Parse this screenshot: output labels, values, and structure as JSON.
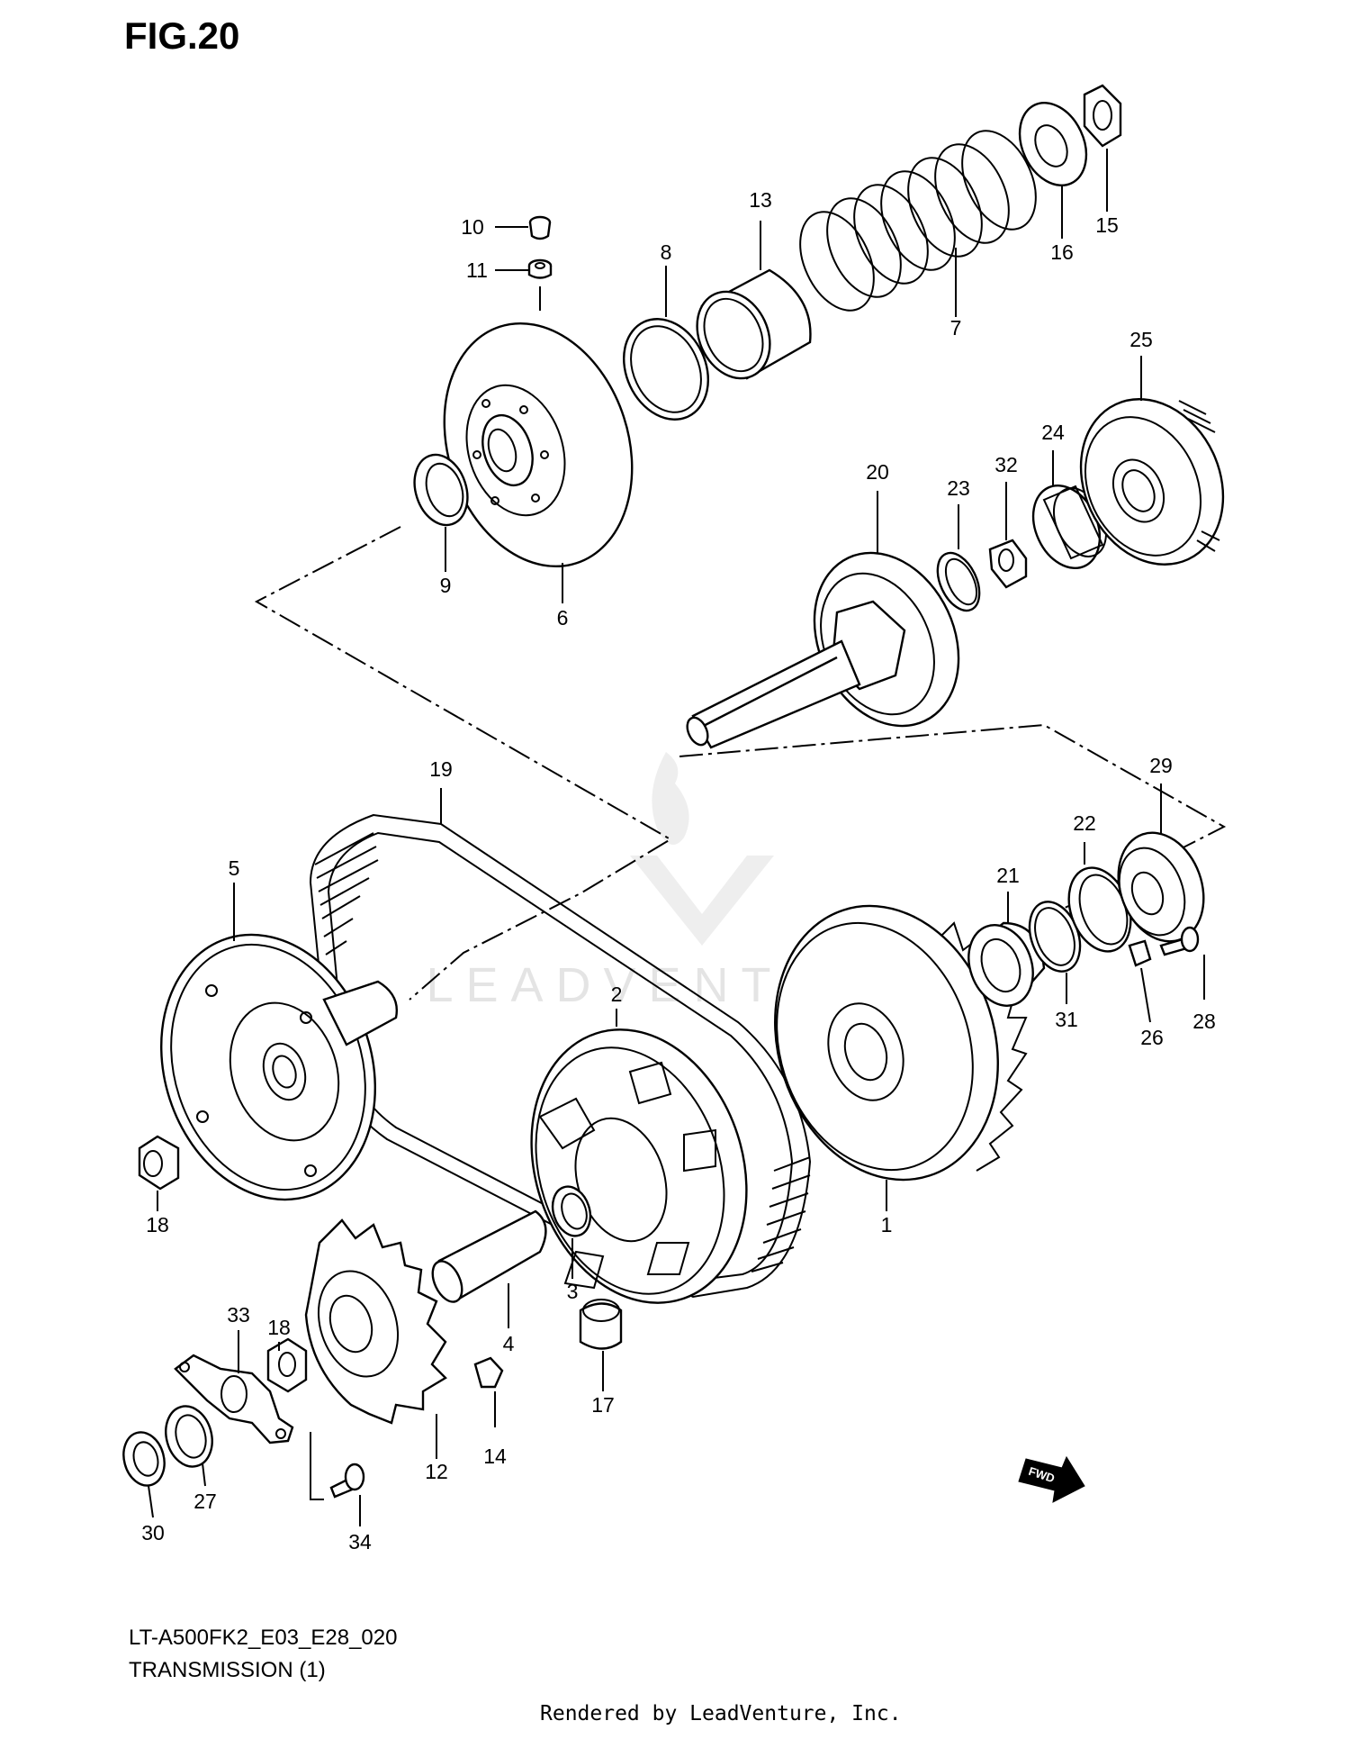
{
  "figure": {
    "title": "FIG.20",
    "model_code": "LT-A500FK2_E03_E28_020",
    "section_name": "TRANSMISSION (1)",
    "credit": "Rendered by LeadVenture, Inc.",
    "watermark": "LEADVENTURE",
    "fwd_badge": "FWD"
  },
  "callouts": [
    "1",
    "2",
    "3",
    "4",
    "5",
    "6",
    "7",
    "8",
    "9",
    "10",
    "11",
    "12",
    "13",
    "14",
    "15",
    "16",
    "17",
    "18",
    "18",
    "19",
    "20",
    "21",
    "22",
    "23",
    "24",
    "25",
    "26",
    "27",
    "28",
    "29",
    "30",
    "31",
    "32",
    "33",
    "34"
  ]
}
